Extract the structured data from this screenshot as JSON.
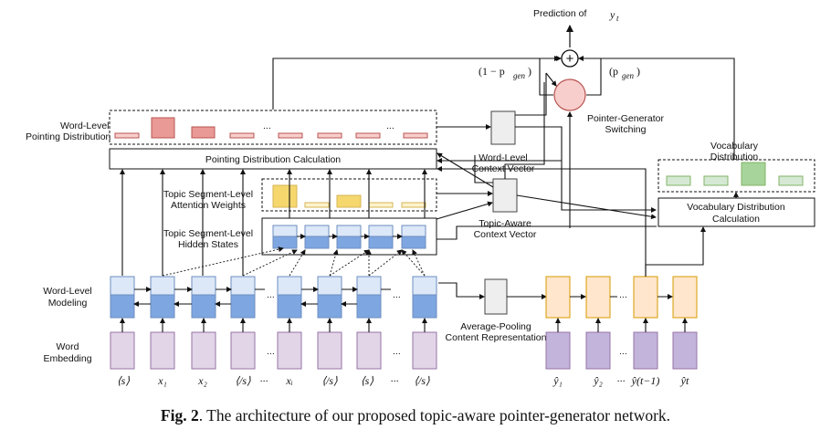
{
  "labels": {
    "prediction": "Prediction of",
    "prediction_var": "y",
    "prediction_sub": "t",
    "one_minus_pgen": "(1 − p",
    "pgen_sub": "gen",
    "one_minus_close": ")",
    "pgen_open": "(p",
    "pgen_close": ")",
    "plus": "+",
    "pg_switch_1": "Pointer-Generator",
    "pg_switch_2": "Switching",
    "wl_pointing_1": "Word-Level",
    "wl_pointing_2": "Pointing Distribution",
    "pointing_calc": "Pointing Distribution Calculation",
    "wl_context_1": "Word-Level",
    "wl_context_2": "Context Vector",
    "vocab_dist_1": "Vocabulary",
    "vocab_dist_2": "Distribution",
    "vocab_calc_1": "Vocabulary Distribution",
    "vocab_calc_2": "Calculation",
    "tseg_attn_1": "Topic Segment-Level",
    "tseg_attn_2": "Attention Weights",
    "topic_ctx_1": "Topic-Aware",
    "topic_ctx_2": "Context Vector",
    "tseg_hidden_1": "Topic Segment-Level",
    "tseg_hidden_2": "Hidden States",
    "wl_modeling_1": "Word-Level",
    "wl_modeling_2": "Modeling",
    "avg_pool_1": "Average-Pooling",
    "avg_pool_2": "Content Representation",
    "word_emb_1": "Word",
    "word_emb_2": "Embedding",
    "ellipsis": "..."
  },
  "encoder_tokens": [
    "⟨s⟩",
    "x₁",
    "x₂",
    "⟨/s⟩",
    "···",
    "xᵢ",
    "⟨/s⟩",
    "⟨s⟩",
    "···",
    "⟨/s⟩"
  ],
  "decoder_tokens": [
    "ŷ₁",
    "ŷ₂",
    "···",
    "ŷ(t−1)",
    "ŷt"
  ],
  "caption": {
    "bold": "Fig. 2",
    "text": ". The architecture of our proposed topic-aware pointer-generator network."
  },
  "colors": {
    "encoder_top": "#dce8f8",
    "encoder_bottom": "#7ea6e0",
    "encoder_border": "#6c8ebf",
    "embed_fill": "#e1d5e7",
    "embed_border": "#9673a6",
    "dec_embed_fill": "#c3b4dc",
    "decoder_fill": "#ffe6cc",
    "decoder_border": "#d79b00",
    "red_fill": "#f8cecc",
    "red_border": "#b85450",
    "yellow_fill": "#fff2cc",
    "yellow_dark": "#f5d76e",
    "yellow_border": "#d6b656",
    "green_fill": "#d5e8d4",
    "green_dark": "#a6d49a",
    "green_border": "#82b366",
    "switch_fill": "#f8cecc",
    "switch_border": "#b85450",
    "gray_fill": "#eeeeee",
    "gray_border": "#444444"
  }
}
